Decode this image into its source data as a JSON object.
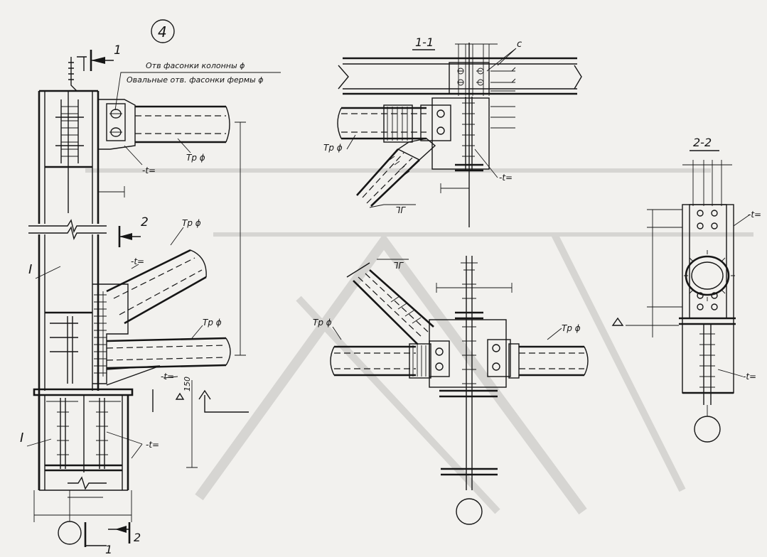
{
  "sheet": {
    "detail_number": "4"
  },
  "labels": {
    "section_1_top": "1",
    "section_1_bottom": "1",
    "section_2_mid": "2",
    "section_2_bottom": "2",
    "hole_column_gusset": "Отв фасонки колонны ϕ",
    "oval_holes_truss_gusset": "Овальные отв. фасонки фермы ϕ",
    "pipe_top": "Тр ϕ",
    "pipe_diag": "Тр ϕ",
    "pipe_horiz": "Тр ϕ",
    "plate_t_top": "-t=",
    "plate_t_mid": "-t=",
    "plate_t_low": "-t=",
    "plate_t_base": "-t=",
    "i_beam_top": "I",
    "i_beam_bottom": "I",
    "dim_150": "150",
    "section_11_title": "1-1",
    "label_c": "c",
    "s11_pipe_upper": "Тр ϕ",
    "s11_plate_upper": "-t=",
    "s11_angle_upper": "ᒣᒥ",
    "s11_angle_lower": "ᒣᒥ",
    "s11_pipe_left": "Тр ϕ",
    "s11_pipe_right": "Тр ϕ",
    "section_22_title": "2-2",
    "s22_plate_top": "-t=",
    "s22_plate_bottom": "-t="
  }
}
